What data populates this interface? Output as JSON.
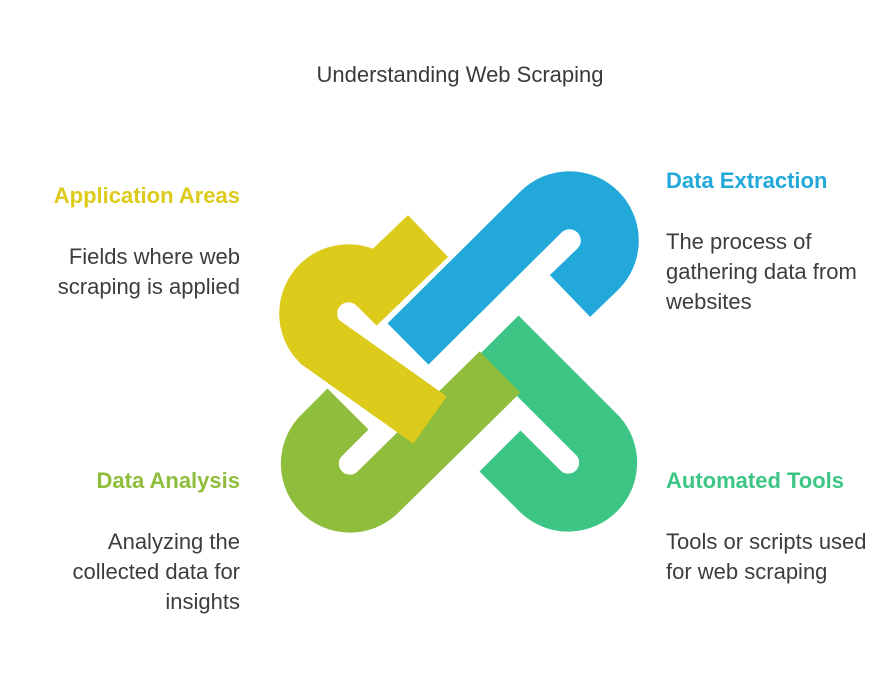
{
  "title": "Understanding Web Scraping",
  "sections": [
    {
      "heading": "Application Areas",
      "text": "Fields where web scraping is applied",
      "color": "#DCCB1A"
    },
    {
      "heading": "Data Extraction",
      "text": "The process of gathering data from websites",
      "color": "#22A9DA"
    },
    {
      "heading": "Data Analysis",
      "text": "Analyzing the collected data for insights",
      "color": "#8FBD3C"
    },
    {
      "heading": "Automated Tools",
      "text": "Tools or scripts used for web scraping",
      "color": "#3DC585"
    }
  ]
}
